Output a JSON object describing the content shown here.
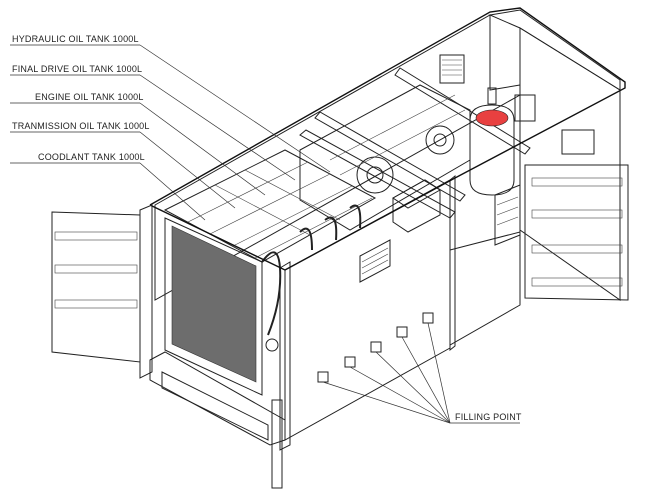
{
  "labels": {
    "hydraulic": "HYDRAULIC OIL TANK 1000L",
    "final_drive": "FINAL DRIVE OIL TANK 1000L",
    "engine": "ENGINE OIL TANK 1000L",
    "transmission": "TRANMISSION OIL TANK 1000L",
    "coolant": "COODLANT TANK 1000L",
    "filling": "FILLING POINT"
  },
  "colors": {
    "line": "#222222",
    "panel": "#e9e9e9",
    "tank_red": "#d41414",
    "tank_blue": "#1f55c8",
    "floor_dark": "#2b2b2b"
  }
}
